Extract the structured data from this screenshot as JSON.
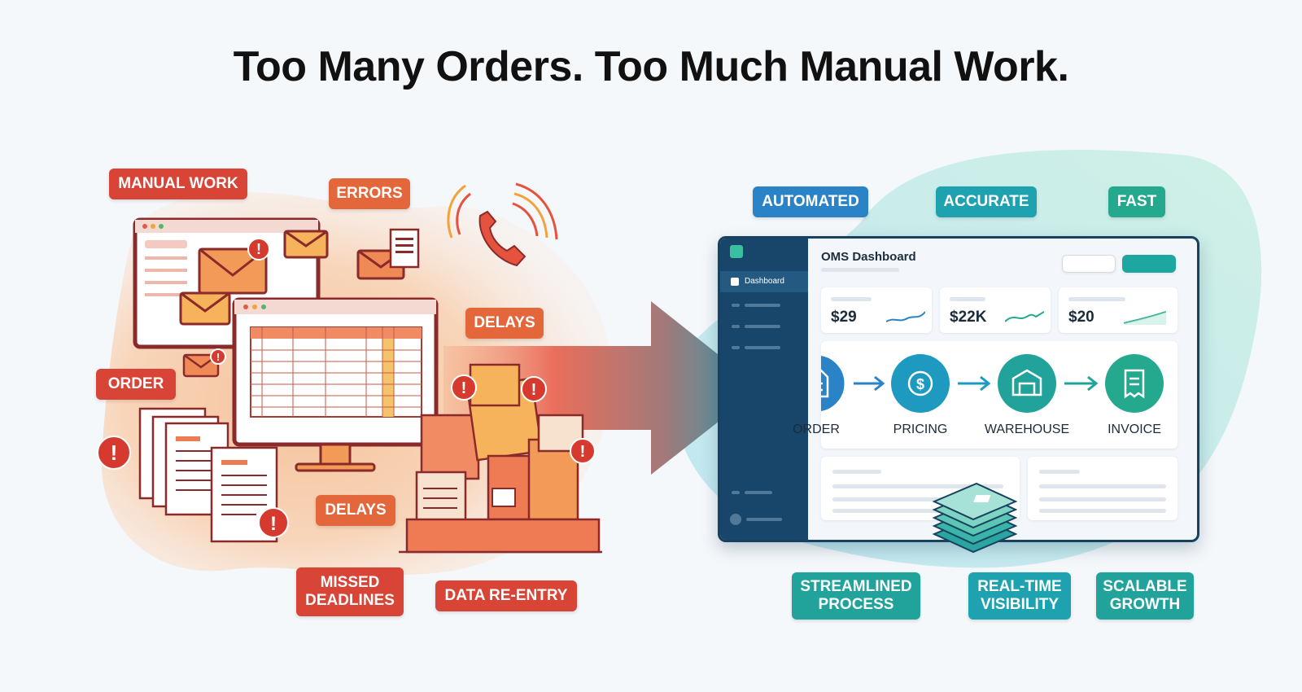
{
  "title": "Too Many Orders. Too Much Manual Work.",
  "left_tags": {
    "manual_work": "MANUAL WORK",
    "errors": "ERRORS",
    "delays_top": "DELAYS",
    "order": "ORDER",
    "delays_bottom": "DELAYS",
    "missed_deadlines": "MISSED\nDEADLINES",
    "data_reentry": "DATA RE-ENTRY"
  },
  "right_tags": {
    "automated": "AUTOMATED",
    "accurate": "ACCURATE",
    "fast": "FAST",
    "streamlined": "STREAMLINED\nPROCESS",
    "realtime": "REAL-TIME\nVISIBILITY",
    "scalable": "SCALABLE\nGROWTH"
  },
  "dashboard": {
    "title": "OMS Dashboard",
    "sidebar_active": "Dashboard",
    "kpis": [
      "$29",
      "$22K",
      "$20"
    ],
    "flow": [
      "ORDER",
      "PRICING",
      "WAREHOUSE",
      "INVOICE"
    ]
  },
  "colors": {
    "problem_red": "#d84436",
    "problem_orange": "#e3673a",
    "solution_blue": "#2a83c7",
    "solution_teal": "#1ea2b0",
    "solution_green": "#24a98f",
    "dashboard_navy": "#18466a"
  },
  "icons": [
    "phone-icon",
    "envelope-icon",
    "warning-icon",
    "document-icon",
    "dollar-cycle-icon",
    "warehouse-icon",
    "invoice-icon",
    "arrow-right-icon"
  ]
}
